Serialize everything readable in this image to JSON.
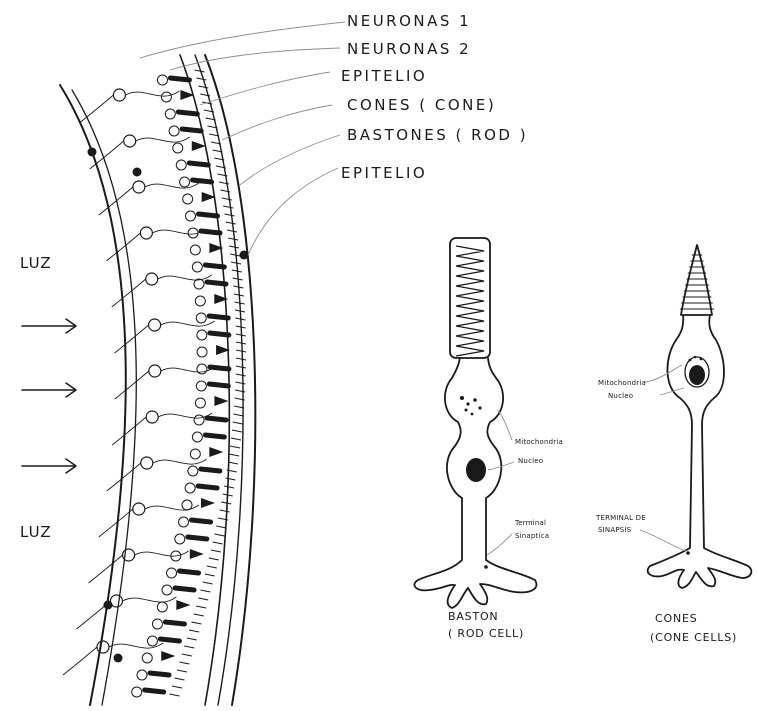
{
  "retina_labels": [
    "NEURONAS 1",
    "NEURONAS 2",
    "EPITELIO",
    "CONES ( CONE)",
    "BASTONES ( ROD )",
    "EPITELIO"
  ],
  "light_labels": [
    "LUZ",
    "LUZ"
  ],
  "rod": {
    "caption_line1": "BASTON",
    "caption_line2": "( ROD CELL)",
    "labels": [
      "Mitochondria",
      "Nucleo",
      "Terminal",
      "Sinaptica"
    ]
  },
  "cone": {
    "caption_line1": "CONES",
    "caption_line2": "(CONE CELLS)",
    "labels": [
      "Mitochondria",
      "Nucleo",
      "TERMINAL DE",
      "SINAPSIS"
    ]
  }
}
